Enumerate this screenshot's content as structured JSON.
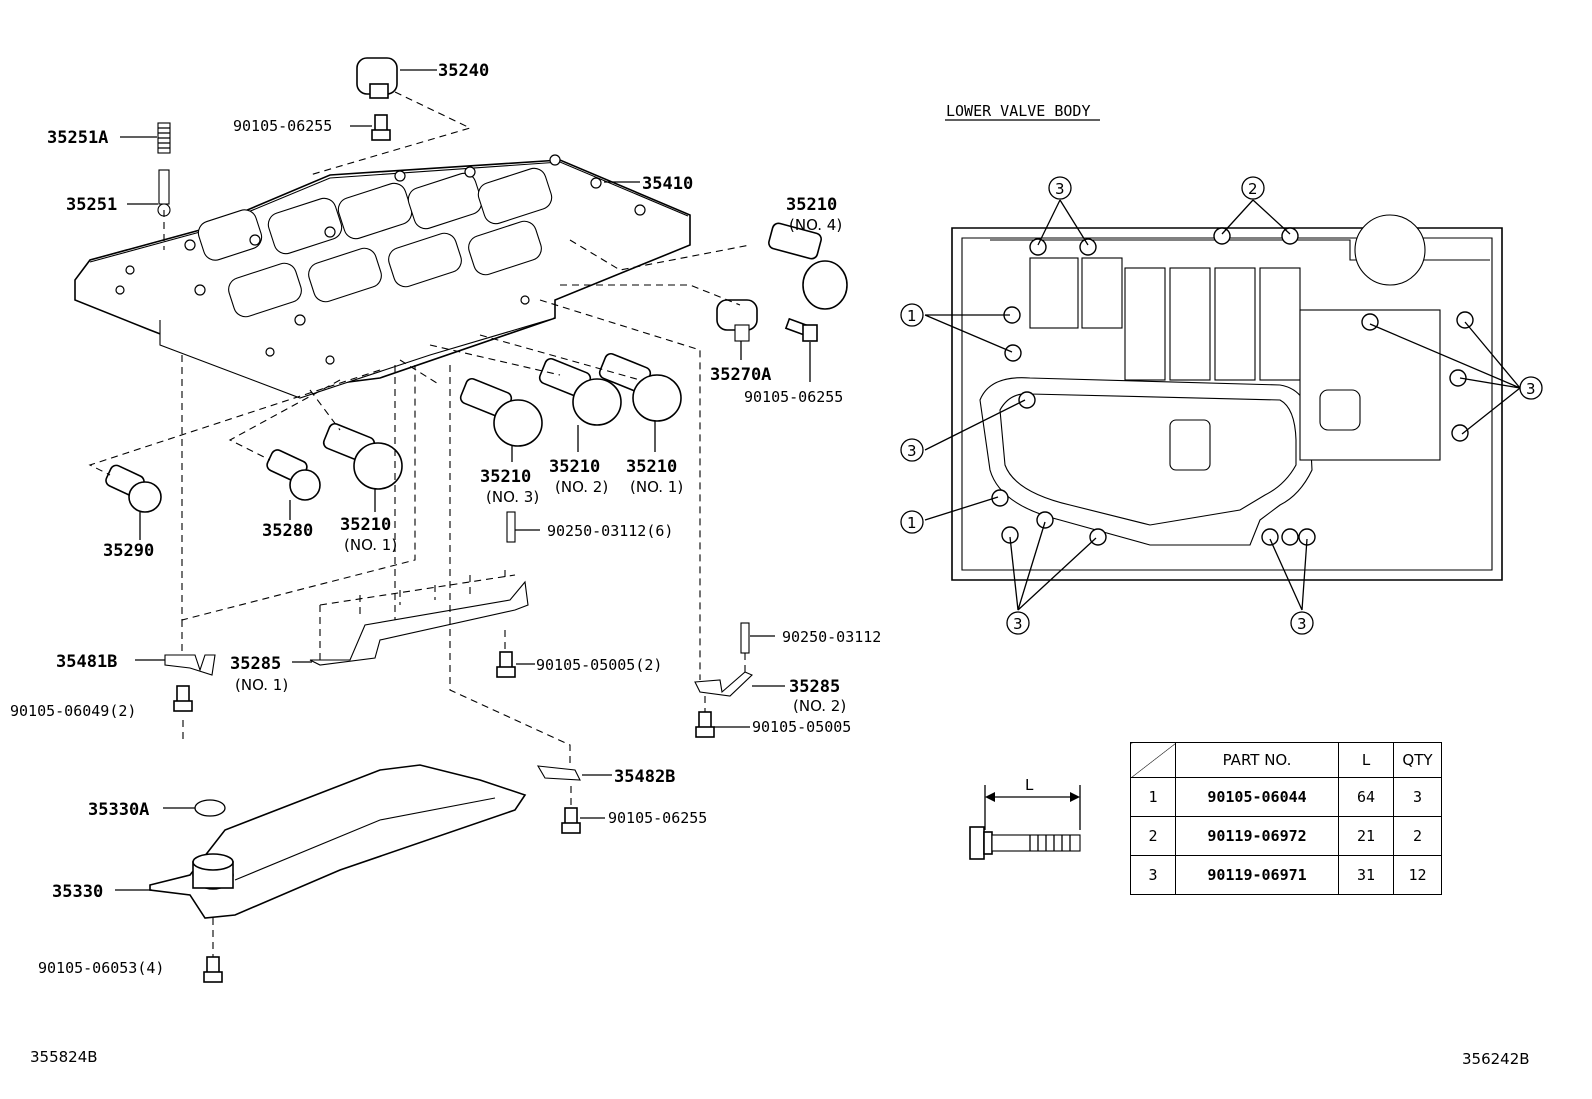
{
  "header": {
    "title": "LOWER VALVE BODY"
  },
  "refs": {
    "left": "355824B",
    "right": "356242B"
  },
  "callouts": {
    "c35240": "35240",
    "c90105_06255_top": "90105-06255",
    "c35251A": "35251A",
    "c35251": "35251",
    "c35410": "35410",
    "c35210_no4": "35210",
    "c35210_no4_sub": "(NO. 4)",
    "c35270A": "35270A",
    "c90105_06255_right": "90105-06255",
    "c35210_no3": "35210",
    "c35210_no3_sub": "(NO. 3)",
    "c35210_no2": "35210",
    "c35210_no2_sub": "(NO. 2)",
    "c35210_no1a": "35210",
    "c35210_no1a_sub": "(NO. 1)",
    "c35290": "35290",
    "c35280": "35280",
    "c35210_no1b": "35210",
    "c35210_no1b_sub": "(NO. 1)",
    "c90250_03112_6": "90250-03112(6)",
    "c90250_03112": "90250-03112",
    "c35481B": "35481B",
    "c35285_no1": "35285",
    "c35285_no1_sub": "(NO. 1)",
    "c90105_05005_2": "90105-05005(2)",
    "c35285_no2": "35285",
    "c35285_no2_sub": "(NO. 2)",
    "c90105_06049_2": "90105-06049(2)",
    "c90105_05005": "90105-05005",
    "c35482B": "35482B",
    "c35330A": "35330A",
    "c90105_06255_bottom": "90105-06255",
    "c35330": "35330",
    "c90105_06053_4": "90105-06053(4)"
  },
  "body_markers": {
    "m3_topleft": "3",
    "m2_top": "2",
    "m1_upper": "1",
    "m3_left": "3",
    "m1_lower": "1",
    "m3_bottomleft": "3",
    "m3_bottomright": "3",
    "m3_right": "3"
  },
  "bolt_dim_label": "L",
  "table": {
    "headers": {
      "part_no": "PART NO.",
      "l": "L",
      "qty": "QTY"
    },
    "rows": [
      {
        "n": "1",
        "part_no": "90105-06044",
        "l": "64",
        "qty": "3"
      },
      {
        "n": "2",
        "part_no": "90119-06972",
        "l": "21",
        "qty": "2"
      },
      {
        "n": "3",
        "part_no": "90119-06971",
        "l": "31",
        "qty": "12"
      }
    ]
  }
}
